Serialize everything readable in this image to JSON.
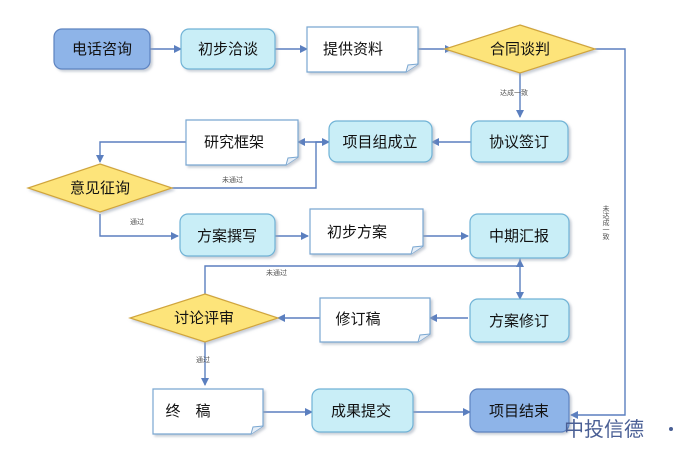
{
  "colors": {
    "start_end_fill": "#8eb4e8",
    "start_end_stroke": "#5d83c0",
    "process_fill": "#c9eef7",
    "process_stroke": "#6fb3d6",
    "document_fill": "#ffffff",
    "document_stroke": "#7aa7d1",
    "decision_fill": "#fde47a",
    "decision_stroke": "#d0a53c",
    "arrow": "#5b7fbf"
  },
  "nodes": {
    "phone_consult": "电话咨询",
    "initial_talk": "初步洽谈",
    "provide_data": "提供资料",
    "contract_negotiation": "合同谈判",
    "research_framework": "研究框架",
    "team_setup": "项目组成立",
    "sign_agreement": "协议签订",
    "opinion_survey": "意见征询",
    "plan_writing": "方案撰写",
    "initial_plan": "初步方案",
    "midterm_report": "中期汇报",
    "review_discussion": "讨论评审",
    "revised_draft": "修订稿",
    "plan_revision": "方案修订",
    "final_draft": "终　稿",
    "deliver_results": "成果提交",
    "project_end": "项目结束"
  },
  "edge_labels": {
    "agreed": "达成一致",
    "not_agreed_side": "未达成一致",
    "not_passed_survey": "未通过",
    "passed_survey": "通过",
    "not_passed_review": "未通过",
    "passed_review": "通过"
  },
  "watermark": "中投信德"
}
